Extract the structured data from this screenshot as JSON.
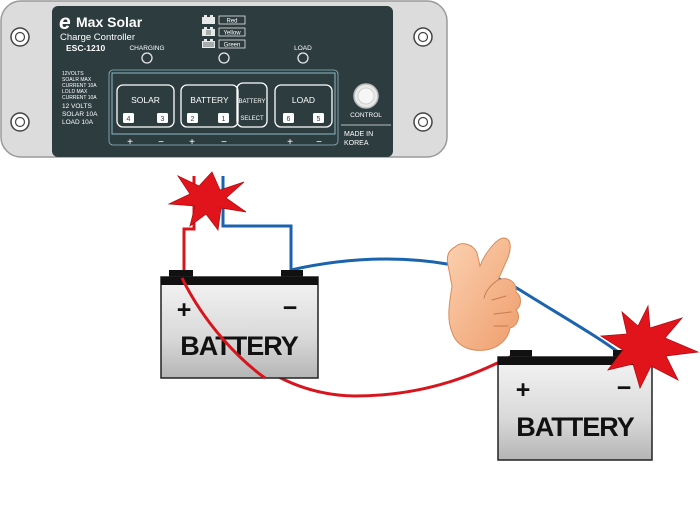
{
  "controller": {
    "brand_letter": "e",
    "brand": "Max Solar",
    "subtitle": "Charge Controller",
    "model": "ESC-1210",
    "led_legend": [
      {
        "label": "Red",
        "color": "#c8232c"
      },
      {
        "label": "Yellow",
        "color": "#e6c31e"
      },
      {
        "label": "Green",
        "color": "#2e9a3c"
      }
    ],
    "indicators": {
      "charging": "CHARGING",
      "load": "LOAD"
    },
    "specs_block_1": [
      "12VOLTS",
      "SOALR MAX",
      "CURRENT 10A",
      "LOLD MAX",
      "CURRENT 10A"
    ],
    "specs_block_2": [
      "12  VOLTS",
      "SOLAR  10A",
      "LOAD   10A"
    ],
    "terminals": [
      {
        "label": "SOLAR",
        "left_num": "4",
        "right_num": "3"
      },
      {
        "label": "BATTERY",
        "left_num": "2",
        "right_num": "1"
      },
      {
        "label": "LOAD",
        "left_num": "6",
        "right_num": "5"
      }
    ],
    "battery_select": [
      "BATTERY",
      "SELECT"
    ],
    "control_label": "CONTROL",
    "origin": [
      "MADE IN",
      "KOREA"
    ],
    "polarity": [
      "+",
      "−",
      "+",
      "−",
      "+",
      "−"
    ]
  },
  "battery_1": {
    "label": "BATTERY",
    "plus": "+",
    "minus": "−"
  },
  "battery_2": {
    "label": "BATTERY",
    "plus": "+",
    "minus": "−"
  },
  "colors": {
    "panel": "#2d3c3e",
    "bracket": "#d9dadb",
    "wire_positive": "#d8141c",
    "wire_negative": "#1b63ad",
    "spark": "#e2141b",
    "battery_outline": "#222222"
  }
}
